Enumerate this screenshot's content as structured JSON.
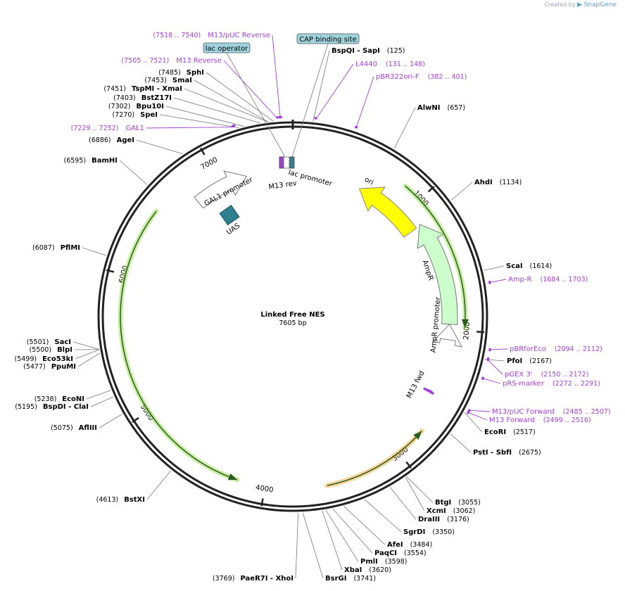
{
  "brand": {
    "created_by": "Created by",
    "app": "SnapGene"
  },
  "plasmid": {
    "name": "Linked Free NES",
    "length": 7605,
    "length_label": "7605 bp"
  },
  "ticks": [
    1000,
    2000,
    3000,
    4000,
    5000,
    6000,
    7000
  ],
  "enzymes": [
    {
      "name": "BspQI",
      "name2": "SapI",
      "pos": "(125)",
      "bp": 125
    },
    {
      "name": "AlwNI",
      "pos": "(657)",
      "bp": 657
    },
    {
      "name": "AhdI",
      "pos": "(1134)",
      "bp": 1134
    },
    {
      "name": "ScaI",
      "pos": "(1614)",
      "bp": 1614
    },
    {
      "name": "PfoI",
      "pos": "(2167)",
      "bp": 2167
    },
    {
      "name": "EcoRI",
      "pos": "(2517)",
      "bp": 2517
    },
    {
      "name": "PstI",
      "name2": "SbfI",
      "pos": "(2675)",
      "bp": 2675
    },
    {
      "name": "BtgI",
      "pos": "(3055)",
      "bp": 3055
    },
    {
      "name": "XcmI",
      "pos": "(3062)",
      "bp": 3062
    },
    {
      "name": "DraIII",
      "pos": "(3176)",
      "bp": 3176
    },
    {
      "name": "SgrDI",
      "pos": "(3350)",
      "bp": 3350
    },
    {
      "name": "AfeI",
      "pos": "(3484)",
      "bp": 3484
    },
    {
      "name": "PaqCI",
      "pos": "(3554)",
      "bp": 3554
    },
    {
      "name": "PmlI",
      "pos": "(3598)",
      "bp": 3598
    },
    {
      "name": "XbaI",
      "pos": "(3620)",
      "bp": 3620
    },
    {
      "name": "BsrGI",
      "pos": "(3741)",
      "bp": 3741
    },
    {
      "name": "PaeR7I",
      "name2": "XhoI",
      "pos": "(3769)",
      "bp": 3769
    },
    {
      "name": "BstXI",
      "pos": "(4613)",
      "bp": 4613
    },
    {
      "name": "AflIII",
      "pos": "(5075)",
      "bp": 5075
    },
    {
      "name": "BspDI",
      "name2": "ClaI",
      "pos": "(5195)",
      "bp": 5195
    },
    {
      "name": "EcoNI",
      "pos": "(5238)",
      "bp": 5238
    },
    {
      "name": "PpuMI",
      "pos": "(5477)",
      "bp": 5477
    },
    {
      "name": "Eco53kI",
      "pos": "(5499)",
      "bp": 5499
    },
    {
      "name": "BlpI",
      "pos": "(5500)",
      "bp": 5500
    },
    {
      "name": "SacI",
      "pos": "(5501)",
      "bp": 5501
    },
    {
      "name": "PflMI",
      "pos": "(6087)",
      "bp": 6087
    },
    {
      "name": "BamHI",
      "pos": "(6595)",
      "bp": 6595
    },
    {
      "name": "AgeI",
      "pos": "(6886)",
      "bp": 6886
    },
    {
      "name": "SpeI",
      "pos": "(7270)",
      "bp": 7270
    },
    {
      "name": "Bpu10I",
      "pos": "(7302)",
      "bp": 7302
    },
    {
      "name": "BstZ17I",
      "pos": "(7403)",
      "bp": 7403
    },
    {
      "name": "TspMI",
      "name2": "XmaI",
      "pos": "(7451)",
      "bp": 7451
    },
    {
      "name": "SmaI",
      "pos": "(7453)",
      "bp": 7453
    },
    {
      "name": "SphI",
      "pos": "(7485)",
      "bp": 7485
    }
  ],
  "primers": [
    {
      "name": "M13/pUC Reverse",
      "range": "(7518 .. 7540)",
      "start": 7518,
      "end": 7540
    },
    {
      "name": "M13 Reverse",
      "range": "(7505 .. 7521)",
      "start": 7505,
      "end": 7521
    },
    {
      "name": "GAL1",
      "range": "(7229 .. 7252)",
      "start": 7229,
      "end": 7252
    },
    {
      "name": "L4440",
      "range": "(131 .. 148)",
      "start": 131,
      "end": 148
    },
    {
      "name": "pBR322ori-F",
      "range": "(382 .. 401)",
      "start": 382,
      "end": 401
    },
    {
      "name": "Amp-R",
      "range": "(1684 .. 1703)",
      "start": 1684,
      "end": 1703
    },
    {
      "name": "pBRforEco",
      "range": "(2094 .. 2112)",
      "start": 2094,
      "end": 2112
    },
    {
      "name": "pGEX 3'",
      "range": "(2150 .. 2172)",
      "start": 2150,
      "end": 2172
    },
    {
      "name": "pRS-marker",
      "range": "(2272 .. 2291)",
      "start": 2272,
      "end": 2291
    },
    {
      "name": "M13/pUC Forward",
      "range": "(2485 .. 2507)",
      "start": 2485,
      "end": 2507
    },
    {
      "name": "M13 Forward",
      "range": "(2499 .. 2516)",
      "start": 2499,
      "end": 2516
    }
  ],
  "boxed_labels": [
    {
      "name": "CAP binding site"
    },
    {
      "name": "lac operator"
    }
  ],
  "features": [
    {
      "name": "ori",
      "color": "#ffff00"
    },
    {
      "name": "AmpR",
      "color": "#ccffcc"
    },
    {
      "name": "AmpR promoter",
      "color": "#ffffff"
    },
    {
      "name": "GAL1 promoter",
      "color": "#ffffff"
    },
    {
      "name": "UAS",
      "color": "#2e7f8f"
    },
    {
      "name": "lac promoter",
      "color": "#ffffff"
    },
    {
      "name": "M13 rev",
      "color": "#a43fd4"
    },
    {
      "name": "M13 fwd",
      "color": "#a43fd4"
    }
  ]
}
